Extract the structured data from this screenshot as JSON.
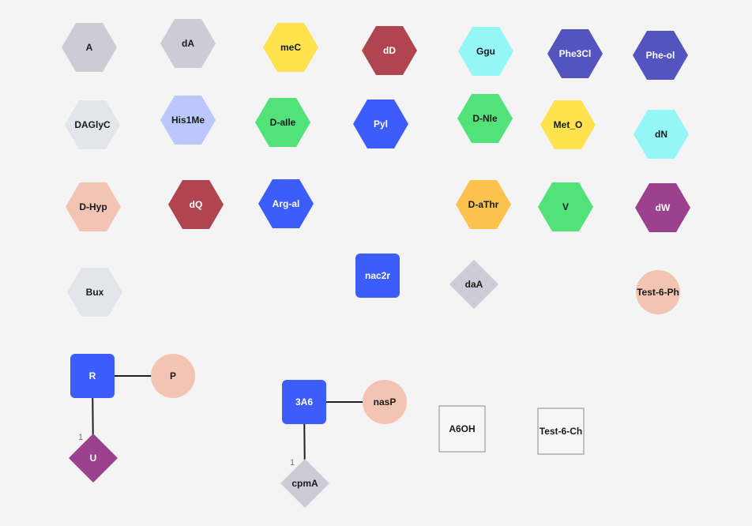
{
  "palette": {
    "gray": "#cdccd6",
    "lightgray": "#e2e5ea",
    "yellow": "#fee24e",
    "red": "#b0444f",
    "cyan": "#95f6f6",
    "indigo": "#5454c0",
    "lavender": "#bcc7fd",
    "green": "#52e27a",
    "blue": "#3d5dfa",
    "peach": "#f3c3b4",
    "orange": "#fdc14e",
    "purple": "#9b418d",
    "white": "#f7f7f8"
  },
  "nodes": [
    {
      "id": "n1",
      "label": "A",
      "shape": "hexagon",
      "color": "#cdccd6",
      "text": "#1a1a1a"
    },
    {
      "id": "n2",
      "label": "dA",
      "shape": "hexagon",
      "color": "#cdccd6",
      "text": "#1a1a1a"
    },
    {
      "id": "n3",
      "label": "meC",
      "shape": "hexagon",
      "color": "#fee24e",
      "text": "#1a1a1a"
    },
    {
      "id": "n4",
      "label": "dD",
      "shape": "hexagon",
      "color": "#b0444f",
      "text": "#ffffff"
    },
    {
      "id": "n5",
      "label": "Ggu",
      "shape": "hexagon",
      "color": "#95f6f6",
      "text": "#1a1a1a"
    },
    {
      "id": "n6",
      "label": "Phe3Cl",
      "shape": "hexagon",
      "color": "#5454c0",
      "text": "#ffffff"
    },
    {
      "id": "n7",
      "label": "Phe-ol",
      "shape": "hexagon",
      "color": "#5454c0",
      "text": "#ffffff"
    },
    {
      "id": "n8",
      "label": "DAGlyC",
      "shape": "hexagon",
      "color": "#e2e5ea",
      "text": "#1a1a1a"
    },
    {
      "id": "n9",
      "label": "His1Me",
      "shape": "hexagon",
      "color": "#bcc7fd",
      "text": "#1a1a1a"
    },
    {
      "id": "n10",
      "label": "D-aIle",
      "shape": "hexagon",
      "color": "#52e27a",
      "text": "#1a1a1a"
    },
    {
      "id": "n11",
      "label": "Pyl",
      "shape": "hexagon",
      "color": "#3d5dfa",
      "text": "#ffffff"
    },
    {
      "id": "n12",
      "label": "D-Nle",
      "shape": "hexagon",
      "color": "#52e27a",
      "text": "#1a1a1a"
    },
    {
      "id": "n13",
      "label": "Met_O",
      "shape": "hexagon",
      "color": "#fee24e",
      "text": "#1a1a1a"
    },
    {
      "id": "n14",
      "label": "dN",
      "shape": "hexagon",
      "color": "#95f6f6",
      "text": "#1a1a1a"
    },
    {
      "id": "n15",
      "label": "D-Hyp",
      "shape": "hexagon",
      "color": "#f3c3b4",
      "text": "#1a1a1a"
    },
    {
      "id": "n16",
      "label": "dQ",
      "shape": "hexagon",
      "color": "#b0444f",
      "text": "#ffffff"
    },
    {
      "id": "n17",
      "label": "Arg-al",
      "shape": "hexagon",
      "color": "#3d5dfa",
      "text": "#ffffff"
    },
    {
      "id": "n18",
      "label": "D-aThr",
      "shape": "hexagon",
      "color": "#fdc14e",
      "text": "#1a1a1a"
    },
    {
      "id": "n19",
      "label": "V",
      "shape": "hexagon",
      "color": "#52e27a",
      "text": "#1a1a1a"
    },
    {
      "id": "n20",
      "label": "dW",
      "shape": "hexagon",
      "color": "#9b418d",
      "text": "#ffffff"
    },
    {
      "id": "n21",
      "label": "Bux",
      "shape": "hexagon",
      "color": "#e2e5ea",
      "text": "#1a1a1a"
    },
    {
      "id": "n22",
      "label": "nac2r",
      "shape": "square",
      "color": "#3d5dfa",
      "text": "#ffffff"
    },
    {
      "id": "n23",
      "label": "daA",
      "shape": "diamond",
      "color": "#cdccd6",
      "text": "#1a1a1a"
    },
    {
      "id": "n24",
      "label": "Test-6-Ph",
      "shape": "circle",
      "color": "#f3c3b4",
      "text": "#1a1a1a"
    },
    {
      "id": "n25",
      "label": "R",
      "shape": "square",
      "color": "#3d5dfa",
      "text": "#ffffff"
    },
    {
      "id": "n26",
      "label": "P",
      "shape": "circle",
      "color": "#f3c3b4",
      "text": "#1a1a1a"
    },
    {
      "id": "n27",
      "label": "U",
      "shape": "diamond",
      "color": "#9b418d",
      "text": "#ffffff"
    },
    {
      "id": "n28",
      "label": "3A6",
      "shape": "square",
      "color": "#3d5dfa",
      "text": "#ffffff"
    },
    {
      "id": "n29",
      "label": "nasP",
      "shape": "circle",
      "color": "#f3c3b4",
      "text": "#1a1a1a"
    },
    {
      "id": "n30",
      "label": "cpmA",
      "shape": "diamond",
      "color": "#cdccd6",
      "text": "#1a1a1a"
    },
    {
      "id": "n31",
      "label": "A6OH",
      "shape": "rect",
      "color": "#f7f7f8",
      "text": "#1a1a1a"
    },
    {
      "id": "n32",
      "label": "Test-6-Ch",
      "shape": "rect",
      "color": "#f7f7f8",
      "text": "#1a1a1a"
    }
  ],
  "edges": [
    {
      "from": "n25",
      "to": "n26",
      "label": ""
    },
    {
      "from": "n25",
      "to": "n27",
      "label": "1"
    },
    {
      "from": "n28",
      "to": "n29",
      "label": ""
    },
    {
      "from": "n28",
      "to": "n30",
      "label": "1"
    }
  ]
}
